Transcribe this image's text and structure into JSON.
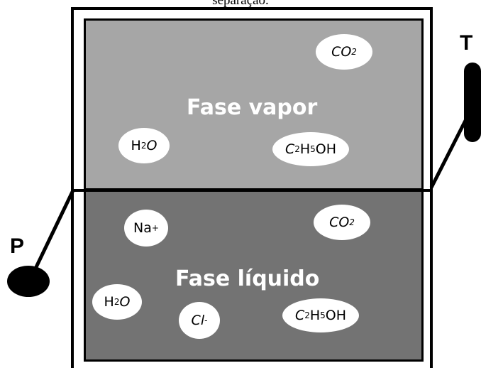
{
  "caption": "separação.",
  "phases": {
    "vapor": {
      "label": "Fase vapor"
    },
    "liquid": {
      "label": "Fase líquido"
    }
  },
  "sensors": {
    "pressure": {
      "label": "P"
    },
    "temperature": {
      "label": "T"
    }
  },
  "molecules": {
    "vapor_co2": {
      "base": "CO",
      "sub": "2"
    },
    "vapor_h2o": {
      "a": "H",
      "sub": "2",
      "b": "O"
    },
    "vapor_ethanol": {
      "a": "C",
      "sub1": "2",
      "b": "H",
      "sub2": "5",
      "c": "OH"
    },
    "liquid_na": {
      "base": "Na",
      "sup": "+"
    },
    "liquid_co2": {
      "base": "CO",
      "sub": "2"
    },
    "liquid_h2o": {
      "a": "H",
      "sub": "2",
      "b": "O"
    },
    "liquid_cl": {
      "base": "Cl",
      "sup": "-"
    },
    "liquid_ethanol": {
      "a": "C",
      "sub1": "2",
      "b": "H",
      "sub2": "5",
      "c": "OH"
    }
  },
  "colors": {
    "vapor_fill": "#a6a6a6",
    "liquid_fill": "#737373",
    "outline": "#000000",
    "molecule_fill": "#ffffff"
  }
}
